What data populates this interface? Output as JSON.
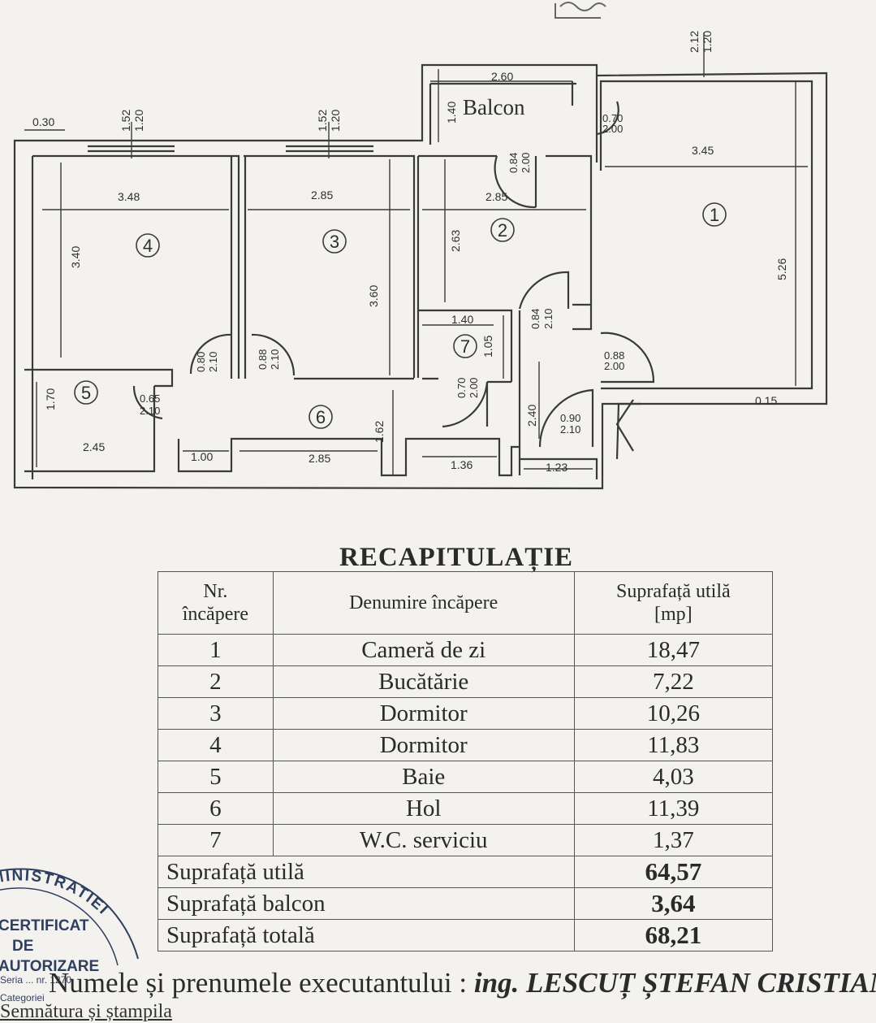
{
  "plan": {
    "room_numbers": [
      "1",
      "2",
      "3",
      "4",
      "5",
      "6",
      "7"
    ],
    "balcony_label": "Balcon",
    "dims": {
      "d030": "0.30",
      "w152a": "1.52",
      "w120a": "1.20",
      "w152b": "1.52",
      "w120b": "1.20",
      "w212": "2.12",
      "w120c": "1.20",
      "d260": "2.60",
      "d140": "1.40",
      "d070": "0.70",
      "d200a": "2.00",
      "d084a": "0.84",
      "d200b": "2.00",
      "d345": "3.45",
      "d526": "5.26",
      "d348": "3.48",
      "d340": "3.40",
      "d285a": "2.85",
      "d360": "3.60",
      "d285b": "2.85",
      "d263": "2.63",
      "d140b": "1.40",
      "d105": "1.05",
      "d084b": "0.84",
      "d210a": "2.10",
      "d070b": "0.70",
      "d200c": "2.00",
      "d088a": "0.88",
      "d200d": "2.00",
      "d015": "0.15",
      "d080": "0.80",
      "d210b": "2.10",
      "d088b": "0.88",
      "d210c": "2.10",
      "d170": "1.70",
      "d065": "0.65",
      "d210d": "2.10",
      "d245": "2.45",
      "d162": "1.62",
      "d240": "2.40",
      "d090": "0.90",
      "d210e": "2.10",
      "d100": "1.00",
      "d285c": "2.85",
      "d136": "1.36",
      "d123": "1.23"
    }
  },
  "recap": {
    "title": "RECAPITULAȚIE",
    "headers": {
      "nr_line1": "Nr.",
      "nr_line2": "încăpere",
      "name": "Denumire încăpere",
      "area_line1": "Suprafață utilă",
      "area_line2": "[mp]"
    },
    "rows": [
      {
        "nr": "1",
        "name": "Cameră de zi",
        "area": "18,47"
      },
      {
        "nr": "2",
        "name": "Bucătărie",
        "area": "7,22"
      },
      {
        "nr": "3",
        "name": "Dormitor",
        "area": "10,26"
      },
      {
        "nr": "4",
        "name": "Dormitor",
        "area": "11,83"
      },
      {
        "nr": "5",
        "name": "Baie",
        "area": "4,03"
      },
      {
        "nr": "6",
        "name": "Hol",
        "area": "11,39"
      },
      {
        "nr": "7",
        "name": "W.C. serviciu",
        "area": "1,37"
      }
    ],
    "totals": [
      {
        "label": "Suprafață utilă",
        "value": "64,57"
      },
      {
        "label": "Suprafață balcon",
        "value": "3,64"
      },
      {
        "label": "Suprafață totală",
        "value": "68,21"
      }
    ]
  },
  "footer": {
    "executant_prefix": "Numele și prenumele executantului : ",
    "executant_name": "ing. LESCUȚ ȘTEFAN CRISTIAN",
    "signature_label": "Semnătura și ștampila"
  },
  "stamp": {
    "arc_text": "MINISTRATIEI",
    "line1": "CERTIFICAT",
    "line2": "DE",
    "line3": "AUTORIZARE",
    "line4": "Seria ... nr. 1270",
    "line5": "Categoriei"
  },
  "colors": {
    "paper": "#f3f2ef",
    "ink": "#2a2a2a",
    "stamp_ink": "#2f3f5f"
  }
}
